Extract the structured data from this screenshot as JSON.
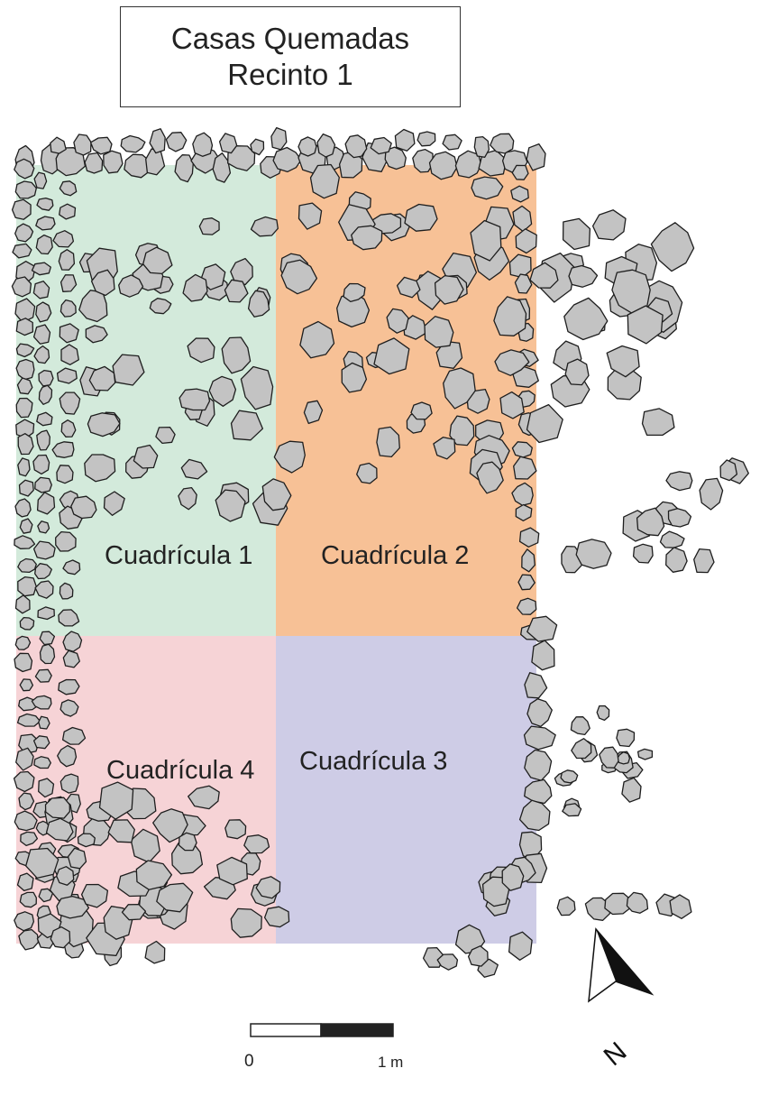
{
  "title": {
    "line1": "Casas Quemadas",
    "line2": "Recinto 1"
  },
  "grid_cells": [
    {
      "label": "Cuadrícula 1",
      "color": "#d3eadb"
    },
    {
      "label": "Cuadrícula 2",
      "color": "#f7c196"
    },
    {
      "label": "Cuadrícula 3",
      "color": "#cecce6"
    },
    {
      "label": "Cuadrícula 4",
      "color": "#f6d3d6"
    }
  ],
  "scale_bar": {
    "start_label": "0",
    "end_label": "1 m"
  },
  "north_arrow": {
    "label": "N"
  },
  "colors": {
    "stone_fill": "#c3c3c3",
    "stone_stroke": "#1e1e1e"
  }
}
